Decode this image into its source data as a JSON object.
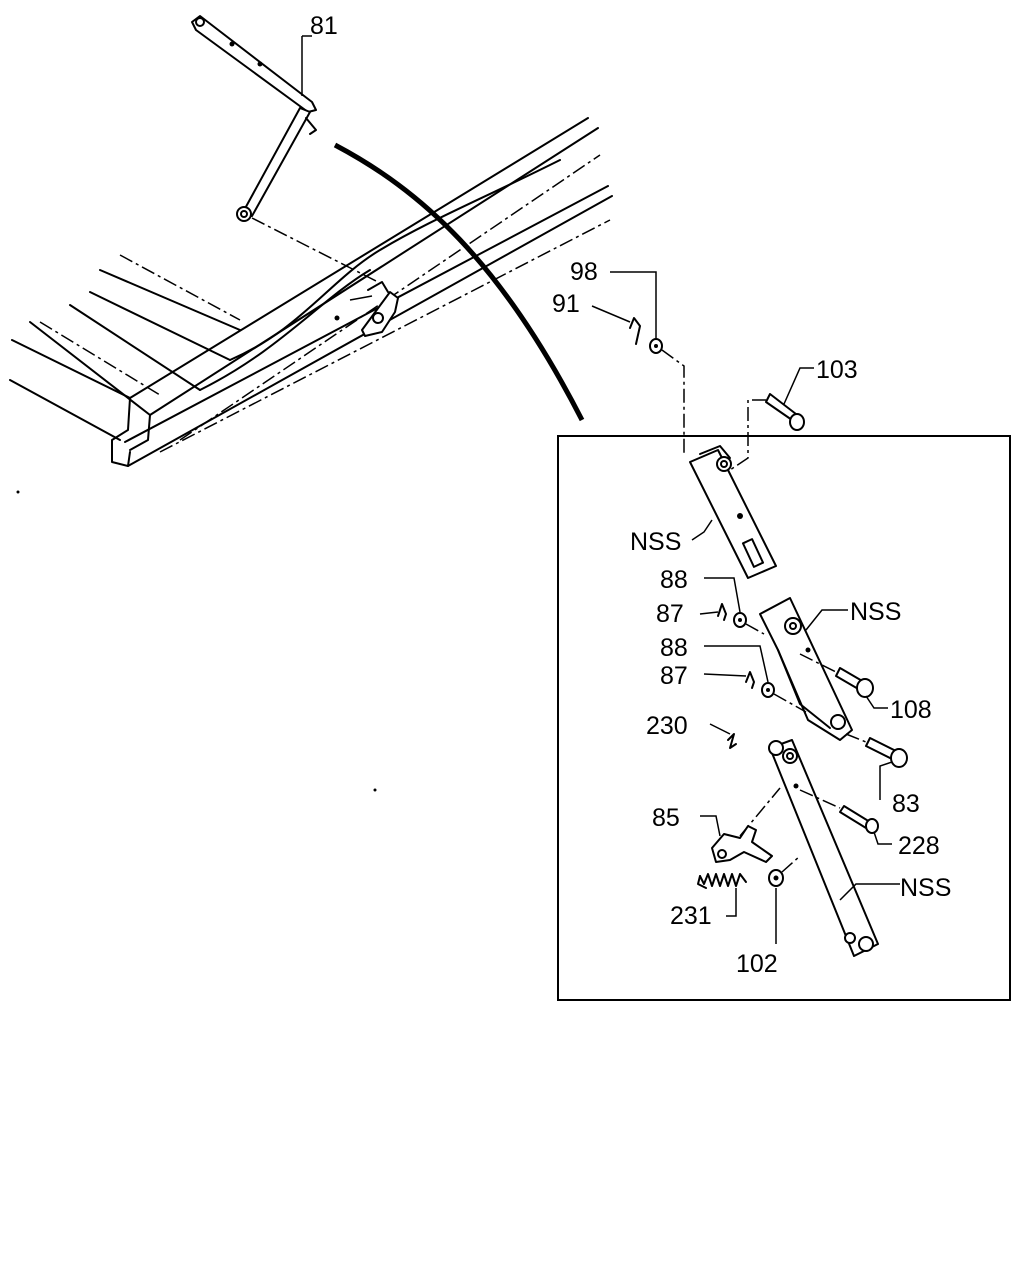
{
  "labels": {
    "p81": "81",
    "p98": "98",
    "p91": "91",
    "p103": "103",
    "nss_top": "NSS",
    "p88_a": "88",
    "p87_a": "87",
    "nss_mid": "NSS",
    "p88_b": "88",
    "p87_b": "87",
    "p108": "108",
    "p230": "230",
    "p83": "83",
    "p85": "85",
    "p228": "228",
    "p231": "231",
    "nss_bottom": "NSS",
    "p102": "102"
  }
}
